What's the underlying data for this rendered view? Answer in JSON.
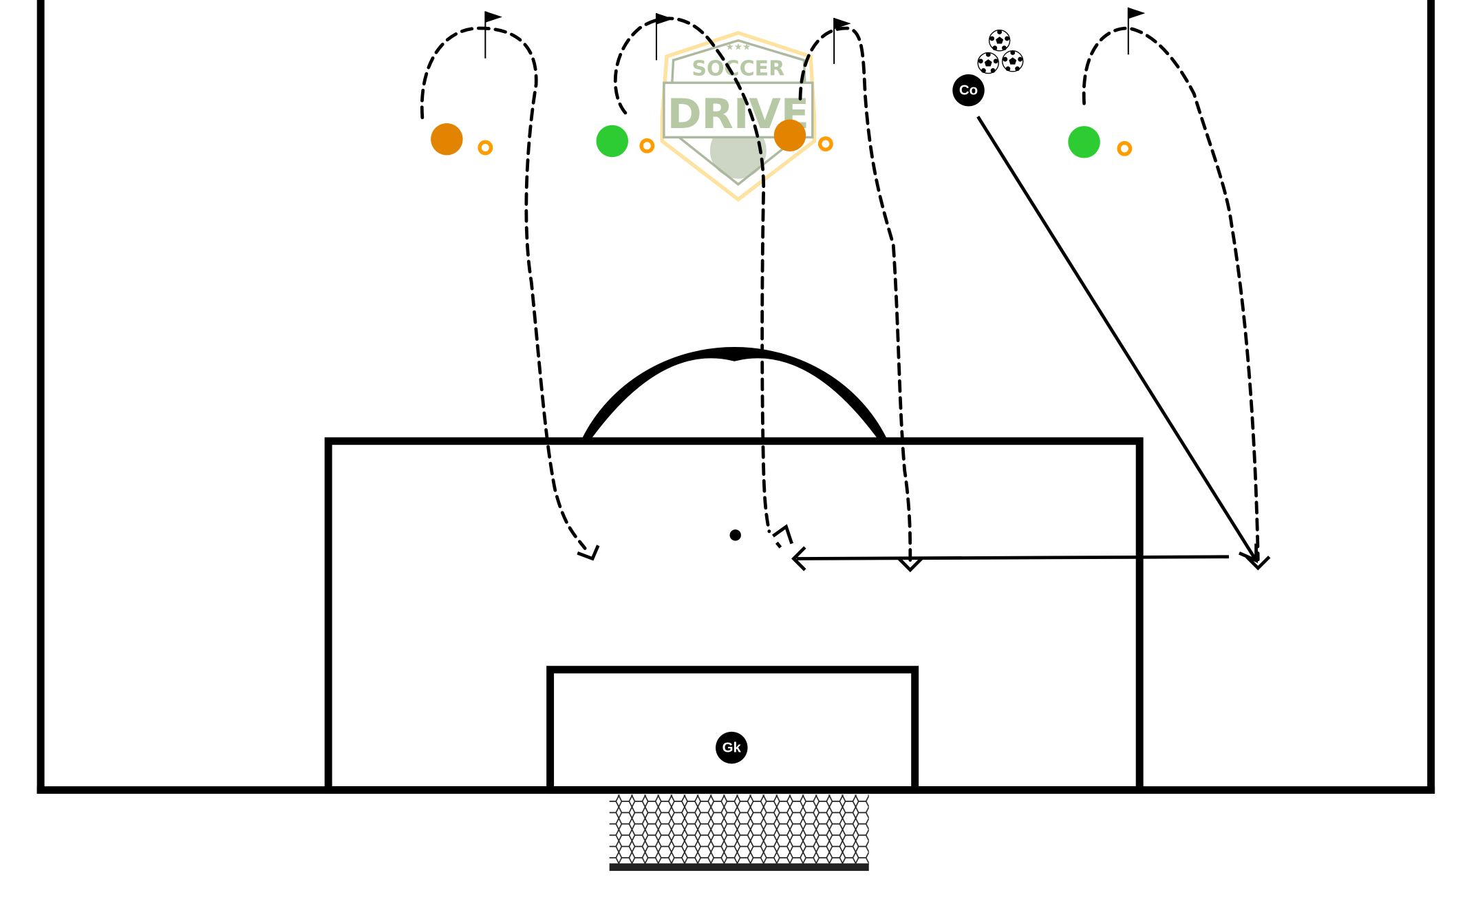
{
  "diagram": {
    "title": "Soccer drill diagram - penalty area finishing",
    "logo": {
      "line1": "SOCCER",
      "line2": "DRIVE"
    },
    "markers": {
      "coach": "Co",
      "goalkeeper": "Gk"
    },
    "colors": {
      "orange_player": "#e38400",
      "green_player": "#2ecc33",
      "cone": "#ff9c00",
      "lines": "#000000",
      "logo_green": "#b3c6a0",
      "logo_gold": "#fde29a"
    }
  }
}
